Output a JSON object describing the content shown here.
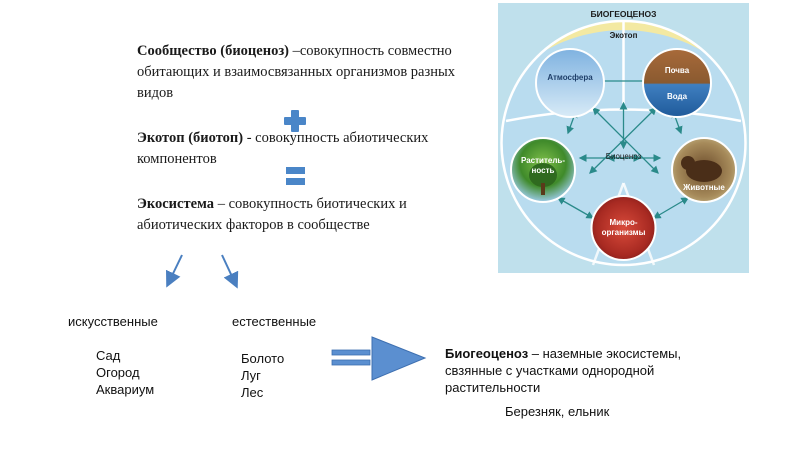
{
  "definitions": {
    "community": {
      "term": "Сообщество (биоценоз)",
      "text": " –совокупность совместно обитающих и взаимосвязанных организмов разных видов"
    },
    "ecotope": {
      "term": "Экотоп (биотоп)",
      "text": " - совокупность абиотических компонентов"
    },
    "ecosystem": {
      "term": "Экосистема",
      "text": " – совокупность биотических и абиотических факторов в сообществе"
    }
  },
  "categories": {
    "artificial": {
      "label": "искусственные",
      "items": [
        "Сад",
        "Огород",
        "Аквариум"
      ]
    },
    "natural": {
      "label": "естественные",
      "items": [
        "Болото",
        "Луг",
        "Лес"
      ]
    }
  },
  "biogeocenosis": {
    "term": "Биогеоценоз",
    "text": " – наземные экосистемы, свзянные с участками однородной растительности",
    "examples": "Березняк, ельник"
  },
  "figure": {
    "title": "БИОГЕОЦЕНОЗ",
    "ecotope_label": "Экотоп",
    "biocenosis_label": "Биоценоз",
    "nodes": {
      "atmosphere": "Атмосфера",
      "soil": "Почва",
      "water": "Вода",
      "plants_1": "Раститель-",
      "plants_2": "ность",
      "animals": "Животные",
      "micro_1": "Микро-",
      "micro_2": "организмы"
    }
  },
  "colors": {
    "accent_blue": "#4a86c8",
    "ecotope_zone": "#f3e9a2",
    "biocenosis_zone": "#b9dcef",
    "frame": "#bfe0ec"
  }
}
